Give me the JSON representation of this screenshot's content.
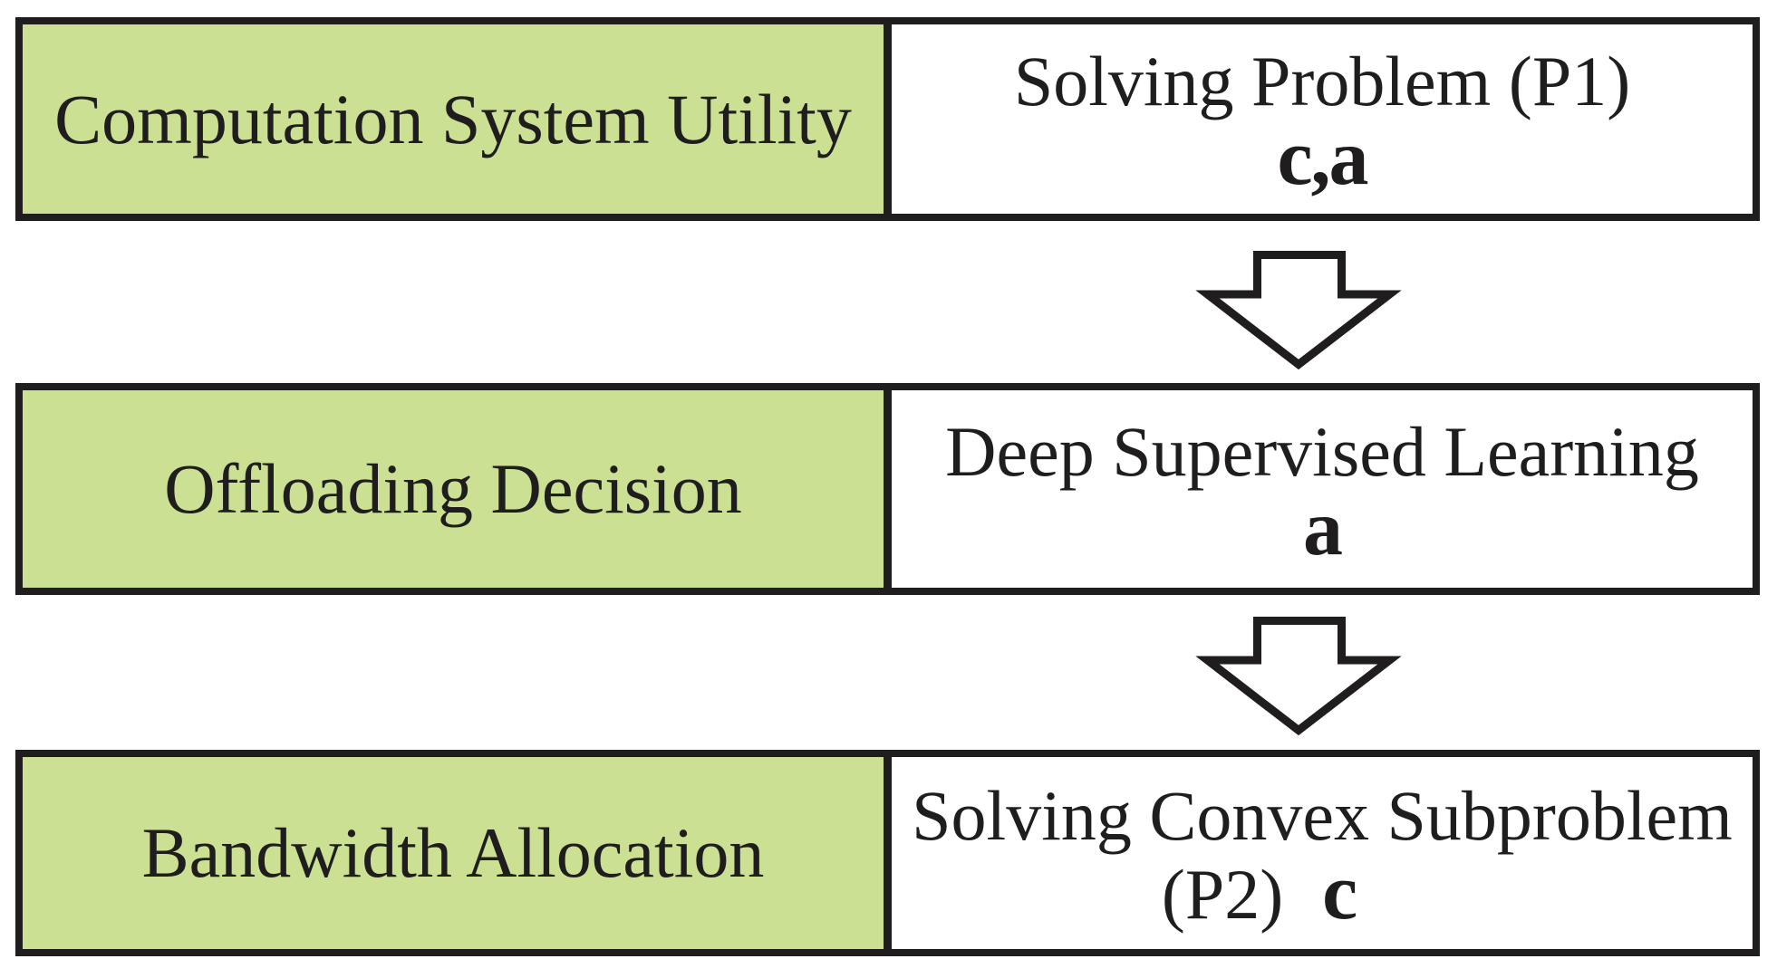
{
  "colors": {
    "cell_green": "#cbe092",
    "line_ink": "#1f1d1e",
    "background": "#ffffff"
  },
  "rows": [
    {
      "left_label": "Computation System Utility",
      "right_line1": "Solving Problem (P1)",
      "right_line2_prefix": "",
      "right_line2_vars": "c,a"
    },
    {
      "left_label": "Offloading Decision",
      "right_line1": "Deep Supervised Learning",
      "right_line2_prefix": "",
      "right_line2_vars": "a"
    },
    {
      "left_label": "Bandwidth Allocation",
      "right_line1": "Solving Convex Subproblem",
      "right_line2_prefix": "(P2)",
      "right_line2_vars": "c"
    }
  ],
  "icons": {
    "down_arrow_count": 2,
    "down_arrow_style": "hollow-outline-down-arrow"
  }
}
